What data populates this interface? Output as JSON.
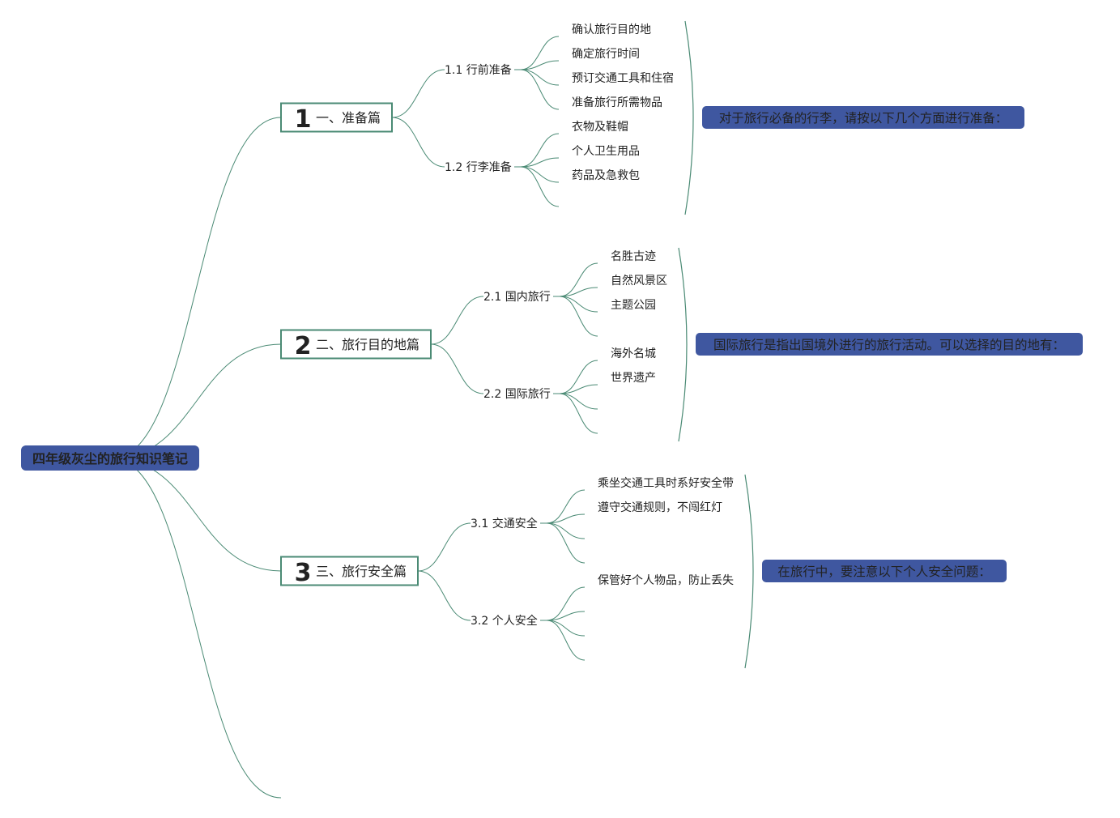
{
  "root": {
    "label": "四年级灰尘的旅行知识笔记",
    "fill": "#3f57a0",
    "text_color": "#111111"
  },
  "colors": {
    "edge": "#4a8a74",
    "section_border": "#4a8a74",
    "note_fill": "#3f57a0",
    "note_text": "#ffffff"
  },
  "sections": [
    {
      "number": "1",
      "number_color": "#e0243b",
      "title": "一、准备篇",
      "note": "对于旅行必备的行李，请按以下几个方面进行准备：",
      "subs": [
        {
          "label": "1.1 行前准备",
          "leaves": [
            "确认旅行目的地",
            "确定旅行时间",
            "预订交通工具和住宿",
            "准备旅行所需物品"
          ]
        },
        {
          "label": "1.2 行李准备",
          "leaves": [
            "衣物及鞋帽",
            "个人卫生用品",
            "药品及急救包",
            ""
          ]
        }
      ]
    },
    {
      "number": "2",
      "number_color": "#f2c73a",
      "title": "二、旅行目的地篇",
      "note": "国际旅行是指出国境外进行的旅行活动。可以选择的目的地有：",
      "subs": [
        {
          "label": "2.1 国内旅行",
          "leaves": [
            "名胜古迹",
            "自然风景区",
            "主题公园",
            ""
          ]
        },
        {
          "label": "2.2 国际旅行",
          "leaves": [
            "海外名城",
            "世界遗产",
            "",
            ""
          ]
        }
      ]
    },
    {
      "number": "3",
      "number_color": "#2a9bd6",
      "title": "三、旅行安全篇",
      "note": "在旅行中，要注意以下个人安全问题：",
      "subs": [
        {
          "label": "3.1 交通安全",
          "leaves": [
            "乘坐交通工具时系好安全带",
            "遵守交通规则，不闯红灯",
            "",
            ""
          ]
        },
        {
          "label": "3.2 个人安全",
          "leaves": [
            "保管好个人物品，防止丢失",
            "",
            "",
            ""
          ]
        }
      ]
    }
  ]
}
